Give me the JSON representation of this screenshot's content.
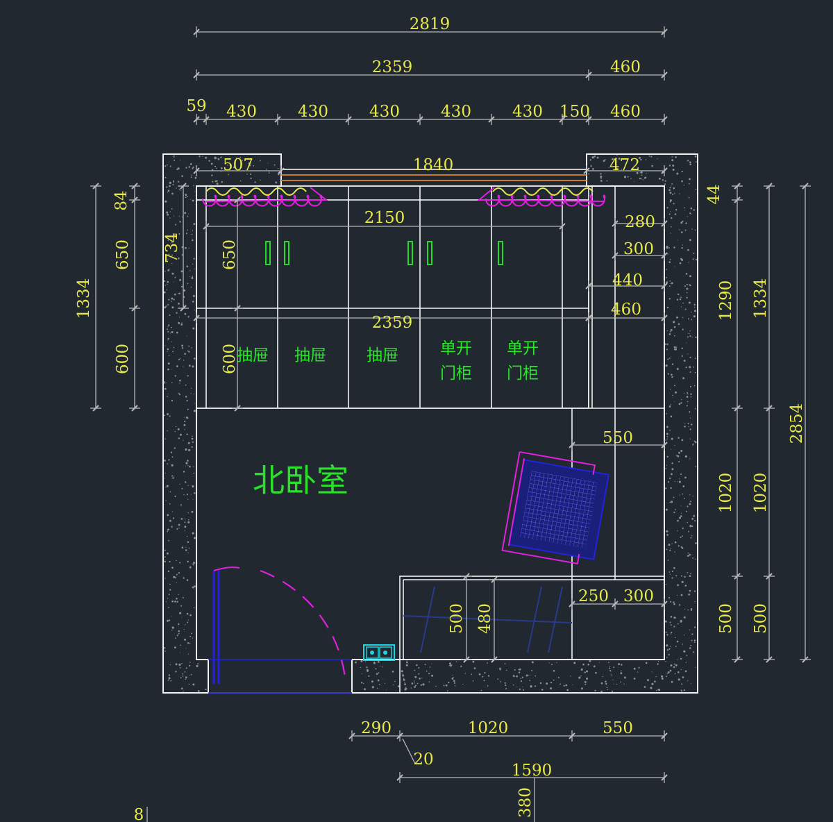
{
  "room": {
    "name": "北卧室",
    "cabinet_labels": [
      "抽屉",
      "抽屉",
      "抽屉",
      "单开",
      "门柜",
      "单开",
      "门柜"
    ]
  },
  "dimensions": {
    "top_total": "2819",
    "top_row2_a": "2359",
    "top_row2_b": "460",
    "top_row3": [
      "59",
      "430",
      "430",
      "430",
      "430",
      "430",
      "150",
      "460"
    ],
    "wall_left": "507",
    "window": "1840",
    "wall_right": "472",
    "cab_width_upper": "2150",
    "cab_width_lower": "2359",
    "right_col": [
      "280",
      "300",
      "440",
      "460"
    ],
    "left_outer": "1334",
    "left_a": "84",
    "left_b": "650",
    "left_c": "600",
    "left_inner": "734",
    "left_cab_upper": "650",
    "left_cab_lower": "600",
    "right_44": "44",
    "right_1290": "1290",
    "right_1334": "1334",
    "right_2854": "2854",
    "right_1020a": "1020",
    "right_1020b": "1020",
    "right_500a": "500",
    "right_500b": "500",
    "bed_550": "550",
    "desk_250": "250",
    "desk_300": "300",
    "desk_500": "500",
    "desk_480": "480",
    "bottom_290": "290",
    "bottom_1020": "1020",
    "bottom_550": "550",
    "bottom_20": "20",
    "bottom_1590": "1590",
    "bottom_380": "380",
    "bottom_8": "8"
  },
  "colors": {
    "background": "#212830",
    "dimension_text": "#e8e84a",
    "label_text": "#28e628",
    "walls": "#f2f2f2",
    "curtain": "#e020e0",
    "accent_blue": "#2222dd",
    "socket": "#19d6e0"
  }
}
